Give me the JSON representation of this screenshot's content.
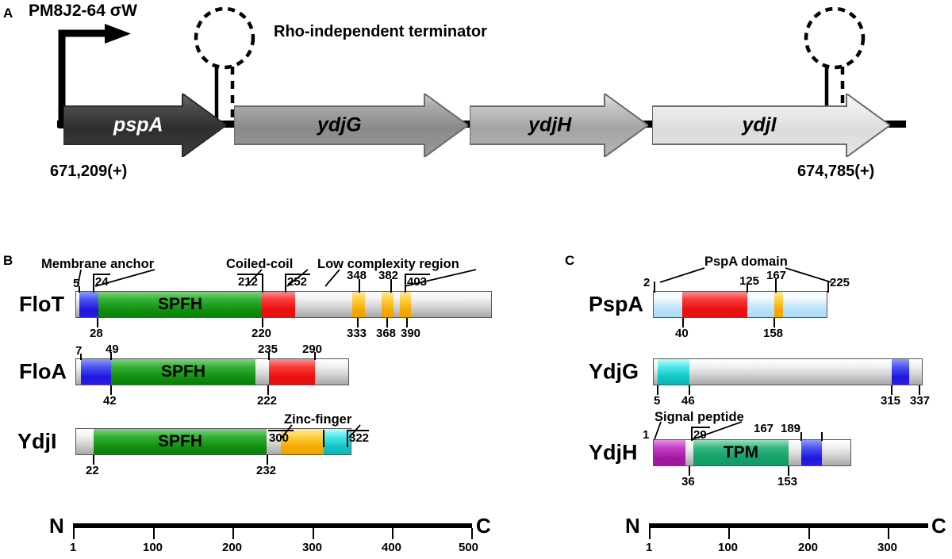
{
  "figure": {
    "panels": [
      "A",
      "B",
      "C"
    ]
  },
  "panelA": {
    "letter": "A",
    "promoter_label": "PM8J2-64 σW",
    "terminator_label": "Rho-independent terminator",
    "start_coord": "671,209(+)",
    "end_coord": "674,785(+)",
    "genes": [
      {
        "name": "pspA",
        "fill": "dark",
        "label_color": "#ffffff"
      },
      {
        "name": "ydjG",
        "fill": "medium",
        "label_color": "#000000"
      },
      {
        "name": "ydjH",
        "fill": "light",
        "label_color": "#000000"
      },
      {
        "name": "ydjI",
        "fill": "pale",
        "label_color": "#000000"
      }
    ]
  },
  "panelB": {
    "letter": "B",
    "scale": {
      "min": 1,
      "max": 500,
      "ticks": [
        1,
        100,
        200,
        300,
        400,
        500
      ],
      "n_label": "N",
      "c_label": "C"
    },
    "proteins": [
      {
        "name": "FloT",
        "length": 509,
        "feature_labels": [
          "Membrane anchor",
          "Coiled-coil",
          "Low complexity region"
        ],
        "domains": [
          {
            "label": "SPFH",
            "color": "green",
            "start": 24,
            "end": 220
          },
          {
            "label": "",
            "color": "blue",
            "start": 5,
            "end": 28
          },
          {
            "label": "",
            "color": "red",
            "start": 212,
            "end": 252
          },
          {
            "label": "",
            "color": "yellow",
            "start": 333,
            "end": 348
          },
          {
            "label": "",
            "color": "yellow",
            "start": 368,
            "end": 382
          },
          {
            "label": "",
            "color": "yellow",
            "start": 390,
            "end": 403
          }
        ],
        "positions_top": [
          5,
          24,
          212,
          252,
          348,
          382,
          403
        ],
        "positions_bottom": [
          28,
          220,
          333,
          368,
          390
        ]
      },
      {
        "name": "FloA",
        "length": 331,
        "feature_labels": [],
        "domains": [
          {
            "label": "SPFH",
            "color": "green",
            "start": 49,
            "end": 222
          },
          {
            "label": "",
            "color": "blue",
            "start": 7,
            "end": 42
          },
          {
            "label": "",
            "color": "red",
            "start": 235,
            "end": 290
          }
        ],
        "positions_top": [
          7,
          49,
          235,
          290
        ],
        "positions_bottom": [
          42,
          222
        ]
      },
      {
        "name": "YdjI",
        "length": 335,
        "feature_labels": [
          "Zinc-finger"
        ],
        "domains": [
          {
            "label": "SPFH",
            "color": "green",
            "start": 22,
            "end": 232
          },
          {
            "label": "",
            "color": "yellow",
            "start": 248,
            "end": 300
          },
          {
            "label": "",
            "color": "cyan",
            "start": 300,
            "end": 322
          }
        ],
        "positions_top": [
          300,
          322
        ],
        "positions_bottom": [
          22,
          232
        ]
      }
    ]
  },
  "panelC": {
    "letter": "C",
    "scale": {
      "min": 1,
      "max": 350,
      "ticks": [
        1,
        100,
        200,
        300
      ],
      "n_label": "N",
      "c_label": "C"
    },
    "proteins": [
      {
        "name": "PspA",
        "length": 228,
        "feature_labels": [
          "PspA domain"
        ],
        "domains": [
          {
            "label": "",
            "color": "red",
            "start": 40,
            "end": 125
          },
          {
            "label": "",
            "color": "yellow",
            "start": 158,
            "end": 167
          }
        ],
        "positions_top": [
          2,
          125,
          167,
          225
        ],
        "positions_bottom": [
          40,
          158
        ]
      },
      {
        "name": "YdjG",
        "length": 344,
        "feature_labels": [],
        "domains": [
          {
            "label": "",
            "color": "cyan",
            "start": 5,
            "end": 46
          },
          {
            "label": "",
            "color": "blue",
            "start": 315,
            "end": 337
          }
        ],
        "positions_top": [],
        "positions_bottom": [
          5,
          46,
          315,
          337
        ]
      },
      {
        "name": "YdjH",
        "length": 250,
        "feature_labels": [
          "Signal peptide"
        ],
        "domains": [
          {
            "label": "",
            "color": "magenta",
            "start": 1,
            "end": 29
          },
          {
            "label": "TPM",
            "color": "tpm",
            "start": 36,
            "end": 153
          },
          {
            "label": "",
            "color": "blue",
            "start": 167,
            "end": 189
          }
        ],
        "positions_top": [
          1,
          29,
          167,
          189
        ],
        "positions_bottom": [
          36,
          153
        ]
      }
    ]
  }
}
